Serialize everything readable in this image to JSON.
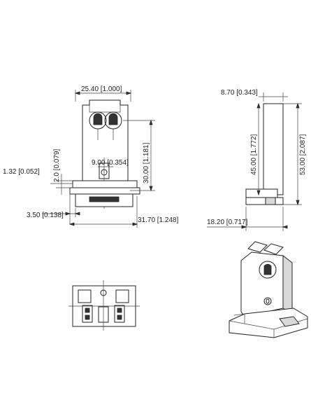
{
  "dimensions": {
    "front_width": "25.40 [1.000]",
    "front_height": "30.00 [1.181]",
    "pin_spacing": "9.00 [0.354]",
    "left_small_a": "2.0 [0.079]",
    "left_small_b": "1.32 [0.052]",
    "base_offset": "3.50 [0.138]",
    "base_length": "31.70 [1.248]",
    "side_width": "8.70 [0.343]",
    "side_height_inner": "45.00 [1.772]",
    "side_height_total": "53.00 [2.087]",
    "side_base": "18.20 [0.717]"
  }
}
